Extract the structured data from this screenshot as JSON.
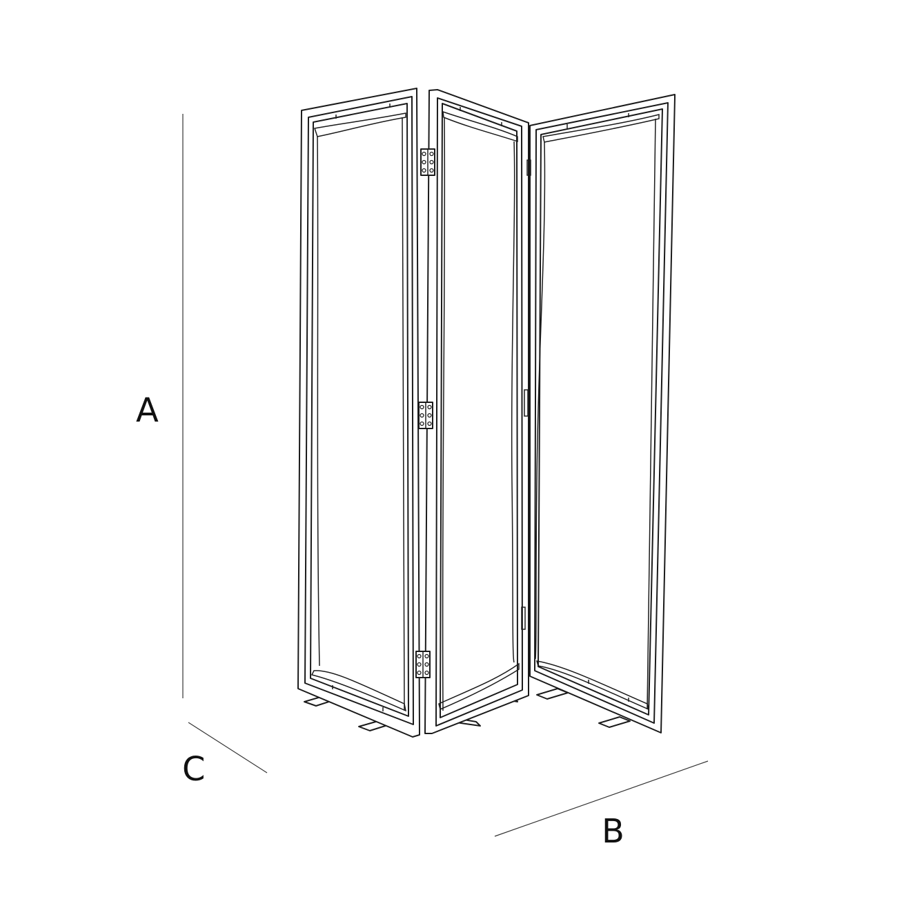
{
  "drawing": {
    "subject": "Three-panel folding screen room divider",
    "panels": 3,
    "hinges_per_joint": 3,
    "line_color": "#1a1a1a",
    "background": "#ffffff"
  },
  "dimensions": {
    "height_label": "A",
    "width_label": "B",
    "depth_label": "C"
  }
}
